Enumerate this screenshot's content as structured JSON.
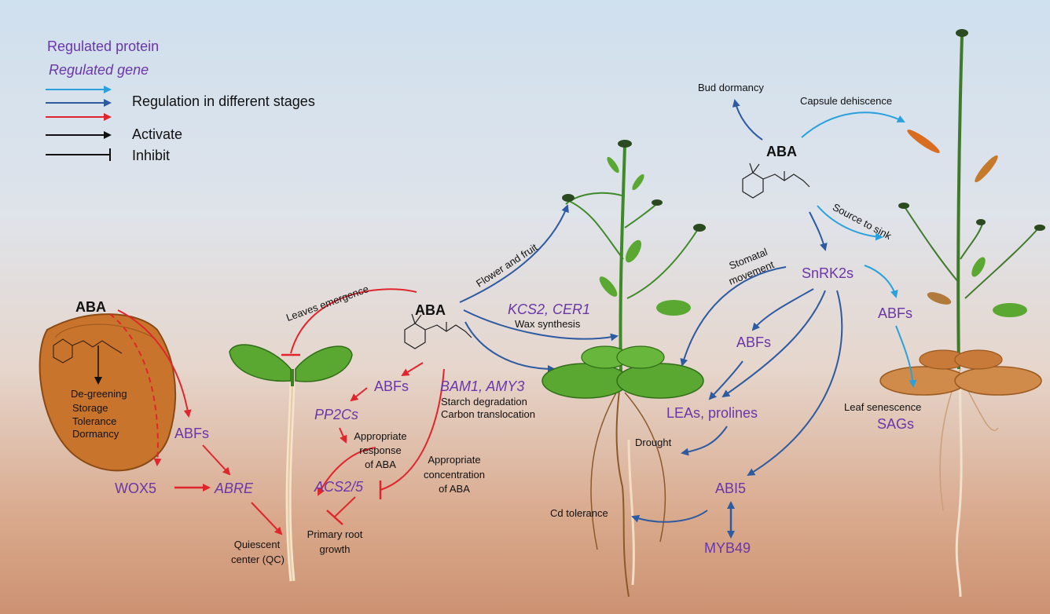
{
  "legend": {
    "protein": "Regulated protein",
    "gene": "Regulated gene",
    "stages": "Regulation in different stages",
    "activate": "Activate",
    "inhibit": "Inhibit"
  },
  "seed": {
    "aba": "ABA",
    "roles": [
      "De-greening",
      "Storage",
      "Tolerance",
      "Dormancy"
    ],
    "abfs": "ABFs",
    "wox5": "WOX5",
    "abre": "ABRE",
    "qc": [
      "Quiescent",
      "center (QC)"
    ]
  },
  "seedling": {
    "aba": "ABA",
    "leaves": "Leaves emergence",
    "flower": "Flower and fruit",
    "kcs": "KCS2, CER1",
    "wax": "Wax synthesis",
    "abfs": "ABFs",
    "bam": "BAM1, AMY3",
    "starch": "Starch degradation",
    "carbon": "Carbon translocation",
    "pp2cs": "PP2Cs",
    "response": [
      "Appropriate",
      "response",
      "of ABA"
    ],
    "concentration": [
      "Appropriate",
      "concentration",
      "of ABA"
    ],
    "acs": "ACS2/5",
    "root": [
      "Primary root",
      "growth"
    ]
  },
  "mature": {
    "stomatal": [
      "Stomatal",
      "movement"
    ],
    "snrk": "SnRK2s",
    "abfs": "ABFs",
    "leas": "LEAs, prolines",
    "drought": "Drought",
    "abi5": "ABI5",
    "myb": "MYB49",
    "cd": "Cd tolerance"
  },
  "senescence": {
    "aba": "ABA",
    "bud": "Bud dormancy",
    "capsule": "Capsule dehiscence",
    "source": "Source to sink",
    "abfs": "ABFs",
    "leaf": "Leaf senescence",
    "sags": "SAGs"
  },
  "colors": {
    "red": "#e0262c",
    "blue": "#2d5aa0",
    "cyan": "#2aa0dc",
    "purple": "#6a36a8",
    "leaf": "#4c9a2a",
    "seed": "#c9742c"
  }
}
